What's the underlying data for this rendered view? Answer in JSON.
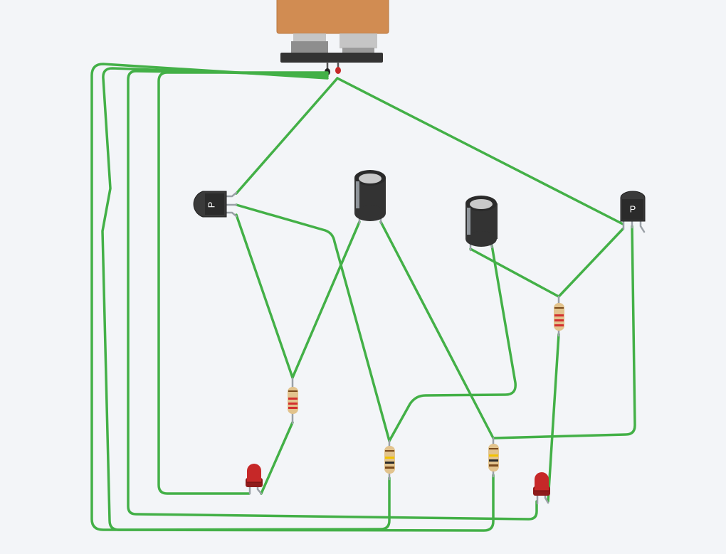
{
  "circuit": {
    "transistors": [
      {
        "id": "q1",
        "letter": "P"
      },
      {
        "id": "q2",
        "letter": "P"
      }
    ],
    "capacitors": 2,
    "resistors": 4,
    "leds": 2,
    "battery": 1
  },
  "colors": {
    "wire": "#43b047",
    "background": "#f3f5f8",
    "battery_body": "#d18c52",
    "led": "#c62828",
    "resistor_body": "#e2c38d",
    "component_dark": "#333333"
  }
}
